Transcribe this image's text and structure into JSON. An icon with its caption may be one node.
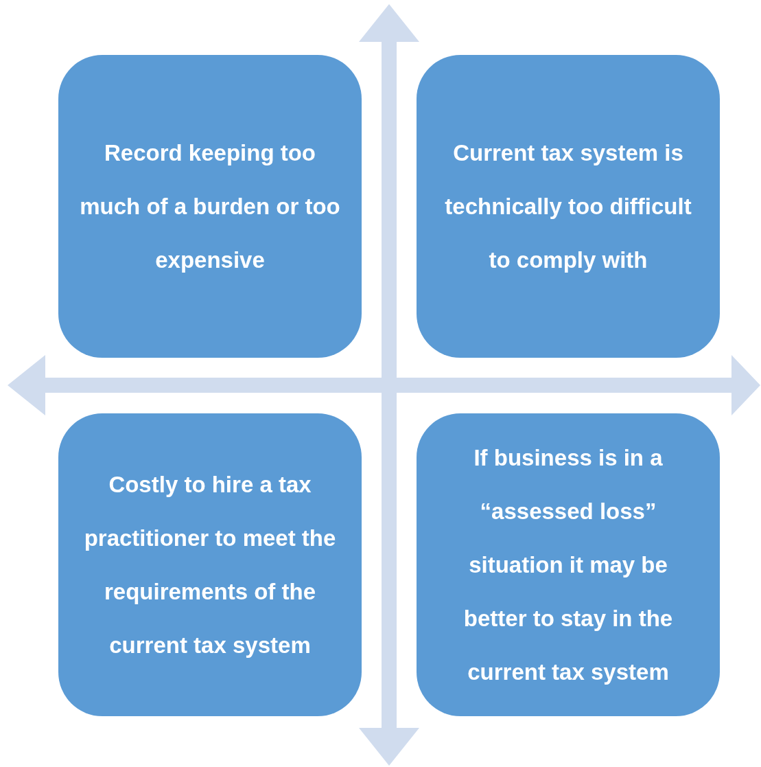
{
  "diagram": {
    "nodes": [
      {
        "text": [
          "Record keeping too much of a burden or too expensive"
        ]
      },
      {
        "text": [
          "Current tax system is technically too difficult to comply with"
        ]
      },
      {
        "text": [
          "Costly to hire a tax practitioner to meet the requirements of the current tax system"
        ]
      },
      {
        "text": [
          "If business is in a “assessed loss” situation it may be better to stay in the current tax system"
        ]
      }
    ]
  }
}
